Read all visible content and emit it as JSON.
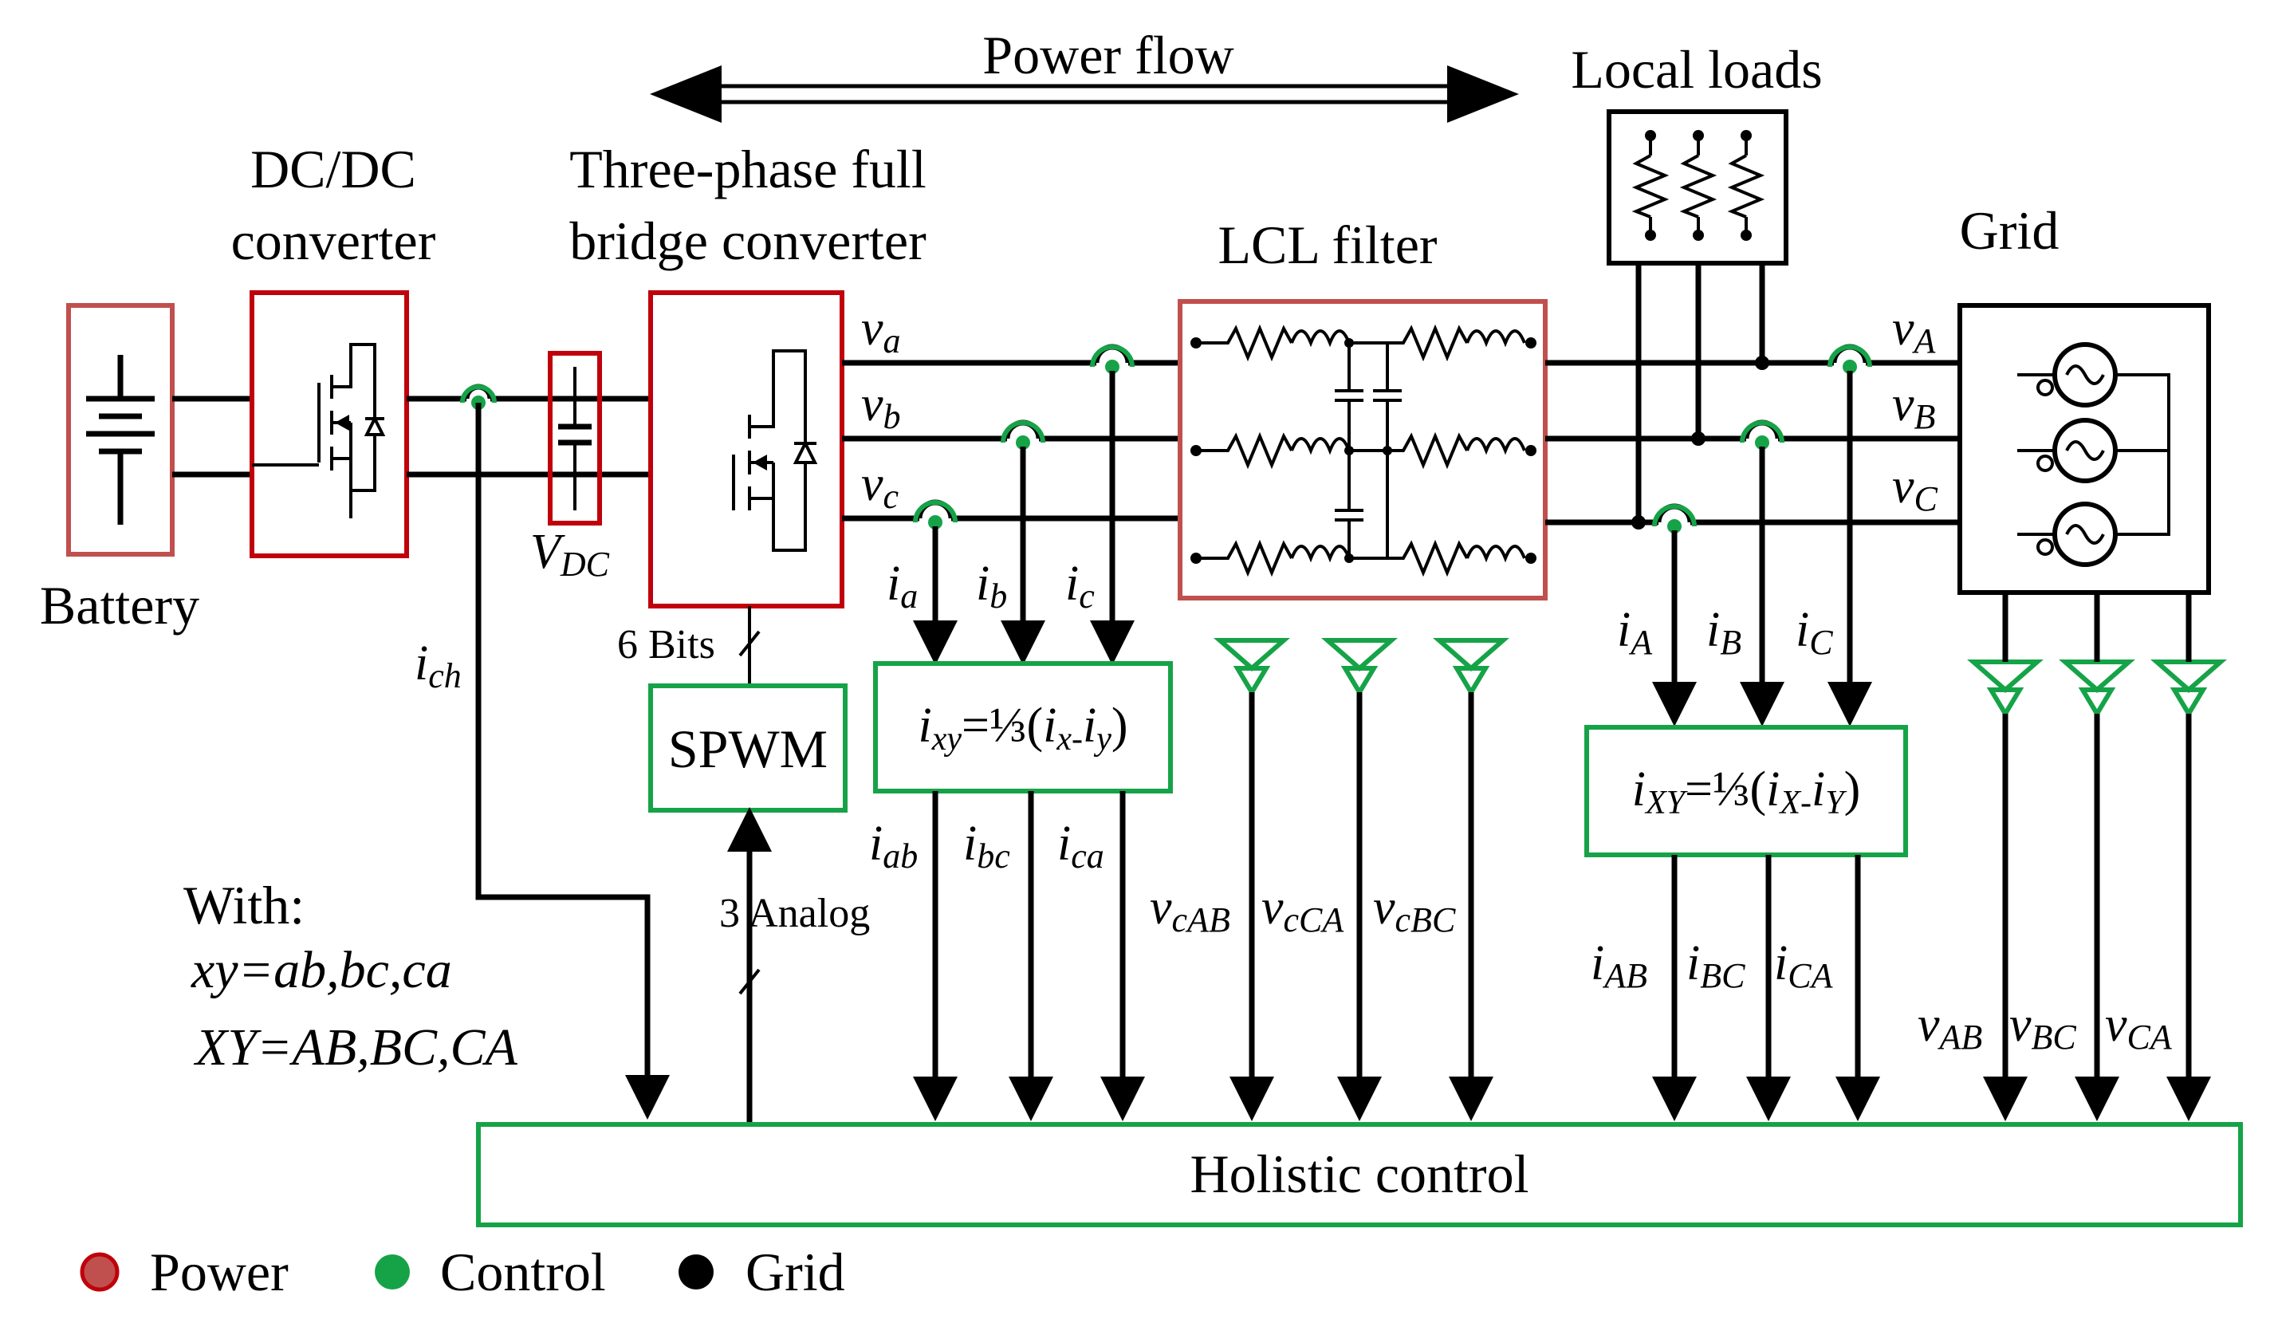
{
  "labels": {
    "power_flow": "Power flow",
    "local_loads": "Local loads",
    "dcdc_line1": "DC/DC",
    "dcdc_line2": "converter",
    "tpfb_line1": "Three-phase full",
    "tpfb_line2": "bridge converter",
    "lcl_filter": "LCL filter",
    "grid": "Grid",
    "battery": "Battery",
    "vdc_main": "V",
    "vdc_sub": "DC",
    "ich_main": "i",
    "ich_sub": "ch",
    "six_bits": "6 Bits",
    "three_analog": "3 Analog",
    "spwm": "SPWM",
    "holistic_control": "Holistic control",
    "with": "With:",
    "xy_def": "xy=ab,bc,ca",
    "XY_def": "XY=AB,BC,CA"
  },
  "phase_voltages_inv": [
    {
      "main": "v",
      "sub": "a"
    },
    {
      "main": "v",
      "sub": "b"
    },
    {
      "main": "v",
      "sub": "c"
    }
  ],
  "phase_voltages_grid": [
    {
      "main": "v",
      "sub": "A"
    },
    {
      "main": "v",
      "sub": "B"
    },
    {
      "main": "v",
      "sub": "C"
    }
  ],
  "currents_inv": [
    {
      "main": "i",
      "sub": "a"
    },
    {
      "main": "i",
      "sub": "b"
    },
    {
      "main": "i",
      "sub": "c"
    }
  ],
  "currents_grid": [
    {
      "main": "i",
      "sub": "A"
    },
    {
      "main": "i",
      "sub": "B"
    },
    {
      "main": "i",
      "sub": "C"
    }
  ],
  "line_currents_inv": [
    {
      "main": "i",
      "sub": "ab"
    },
    {
      "main": "i",
      "sub": "bc"
    },
    {
      "main": "i",
      "sub": "ca"
    }
  ],
  "line_currents_grid": [
    {
      "main": "i",
      "sub": "AB"
    },
    {
      "main": "i",
      "sub": "BC"
    },
    {
      "main": "i",
      "sub": "CA"
    }
  ],
  "cap_voltages": [
    {
      "main": "v",
      "sub": "cAB"
    },
    {
      "main": "v",
      "sub": "cCA"
    },
    {
      "main": "v",
      "sub": "cBC"
    }
  ],
  "grid_line_voltages": [
    {
      "main": "v",
      "sub": "AB"
    },
    {
      "main": "v",
      "sub": "BC"
    },
    {
      "main": "v",
      "sub": "CA"
    }
  ],
  "formula_inv": {
    "i": "i",
    "sub_lhs": "xy",
    "eq": "=⅓(",
    "i2": "i",
    "sub_x": "x",
    "dash": "-",
    "i3": "i",
    "sub_y": "y",
    "close": ")"
  },
  "formula_grid": {
    "i": "i",
    "sub_lhs": "XY",
    "eq": "=⅓(",
    "i2": "i",
    "sub_x": "X",
    "dash": "-",
    "i3": "i",
    "sub_y": "Y",
    "close": ")"
  },
  "legend": [
    {
      "label": "Power",
      "color": "#c0504d"
    },
    {
      "label": "Control",
      "color": "#16a348"
    },
    {
      "label": "Grid",
      "color": "#000000"
    }
  ],
  "colors": {
    "power": "#c0000a",
    "power_light": "#c0504d",
    "control": "#16a348",
    "grid": "#000000"
  }
}
